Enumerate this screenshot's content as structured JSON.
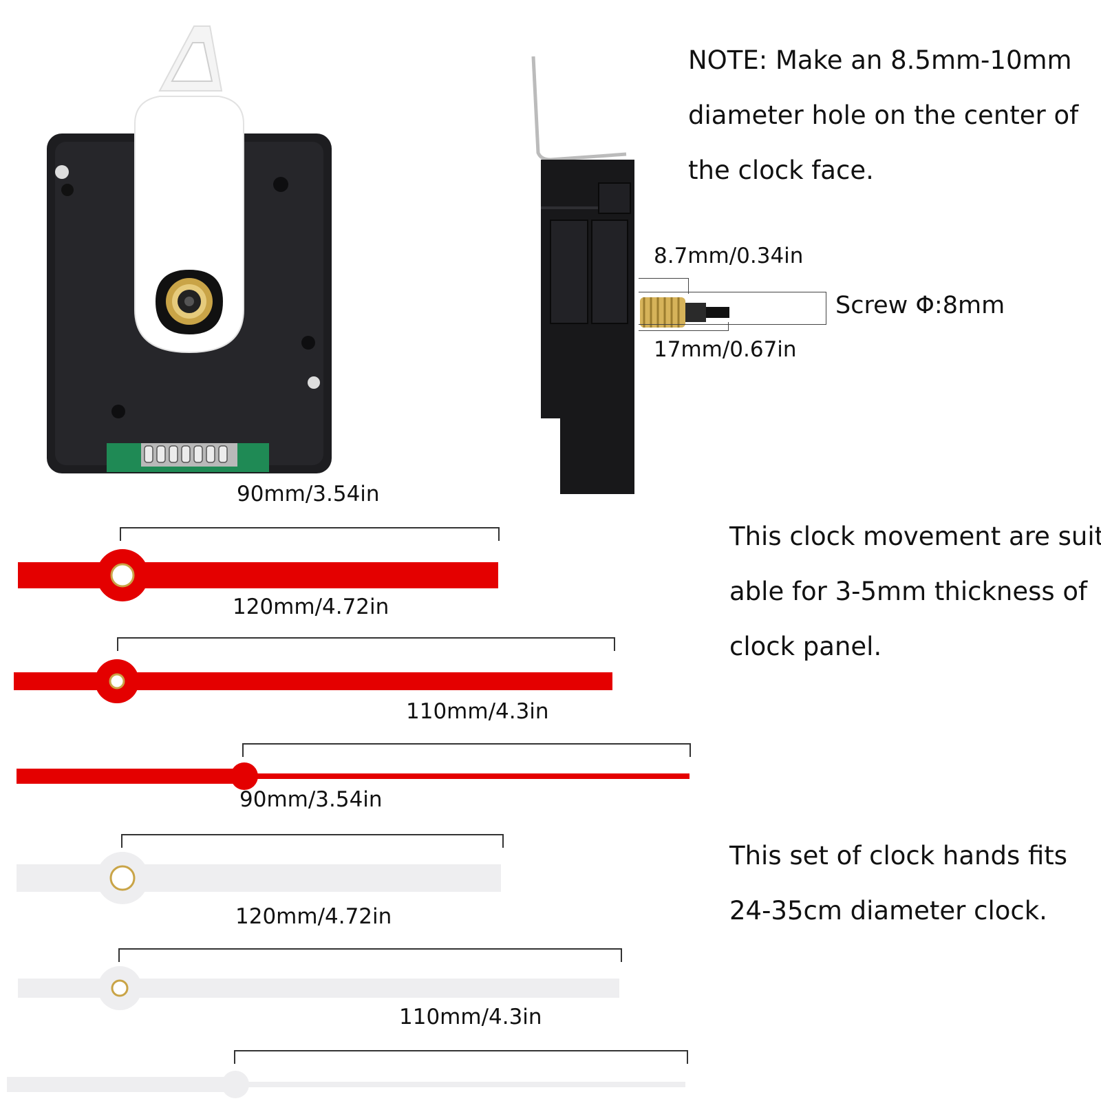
{
  "note": {
    "line1": "NOTE: Make an 8.5mm-10mm",
    "line2": "diameter hole on the center of",
    "line3": "the clock face."
  },
  "shaft": {
    "length_label": "8.7mm/0.34in",
    "total_label": "17mm/0.67in",
    "screw_label": "Screw Φ:8mm"
  },
  "suitability": {
    "line1": "This clock movement are suit-",
    "line2": "able for 3-5mm thickness of",
    "line3": "clock panel."
  },
  "fit": {
    "line1": "This set of clock hands fits",
    "line2": "24-35cm diameter clock."
  },
  "hands": [
    {
      "label": "90mm/3.54in",
      "color": "#e40000"
    },
    {
      "label": "120mm/4.72in",
      "color": "#e40000"
    },
    {
      "label": "110mm/4.3in",
      "color": "#e40000"
    },
    {
      "label": "90mm/3.54in",
      "color": "#eeeef0"
    },
    {
      "label": "120mm/4.72in",
      "color": "#eeeef0"
    },
    {
      "label": "110mm/4.3in",
      "color": "#eeeef0"
    }
  ],
  "colors": {
    "red_hand": "#e40000",
    "white_hand": "#eeeef0",
    "movement_body": "#1c1c1e",
    "hanger": "#ffffff",
    "brass": "#c9a447"
  }
}
